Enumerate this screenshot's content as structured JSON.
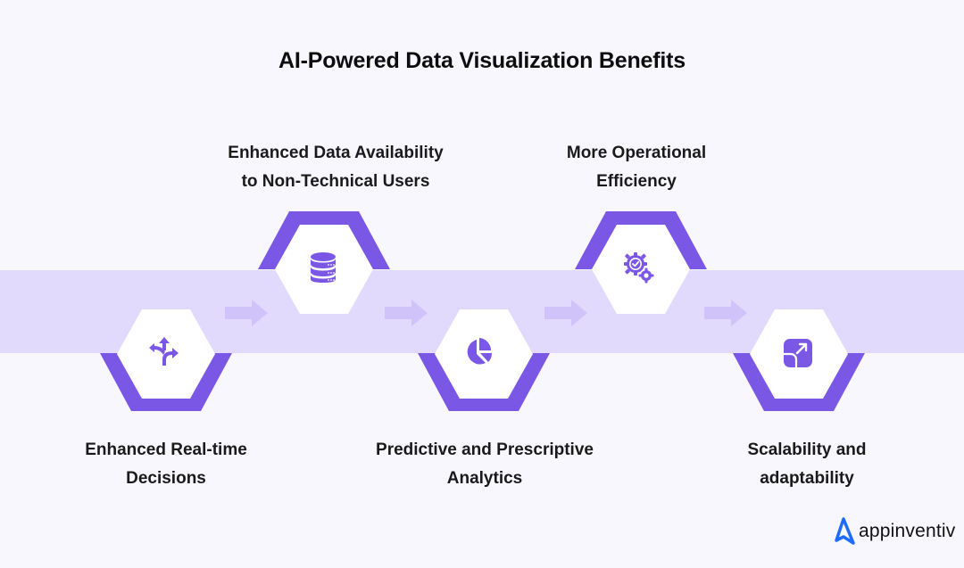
{
  "title": "AI-Powered Data Visualization Benefits",
  "colors": {
    "background": "#f8f7fe",
    "band": "#e2dafd",
    "accent": "#7b57e6",
    "arrow": "#cfc3fa",
    "logo_blue": "#1f6bff"
  },
  "steps": [
    {
      "label_line1": "Enhanced Real-time",
      "label_line2": "Decisions",
      "icon": "split-arrows-icon",
      "position": "bottom"
    },
    {
      "label_line1": "Enhanced Data Availability",
      "label_line2": "to Non-Technical Users",
      "icon": "database-icon",
      "position": "top"
    },
    {
      "label_line1": "Predictive and Prescriptive",
      "label_line2": "Analytics",
      "icon": "pie-chart-icon",
      "position": "bottom"
    },
    {
      "label_line1": "More Operational",
      "label_line2": "Efficiency",
      "icon": "gears-check-icon",
      "position": "top"
    },
    {
      "label_line1": "Scalability and",
      "label_line2": "adaptability",
      "icon": "scale-expand-icon",
      "position": "bottom"
    }
  ],
  "logo": {
    "text": "appinventiv",
    "icon": "appinventiv-logo-icon"
  }
}
